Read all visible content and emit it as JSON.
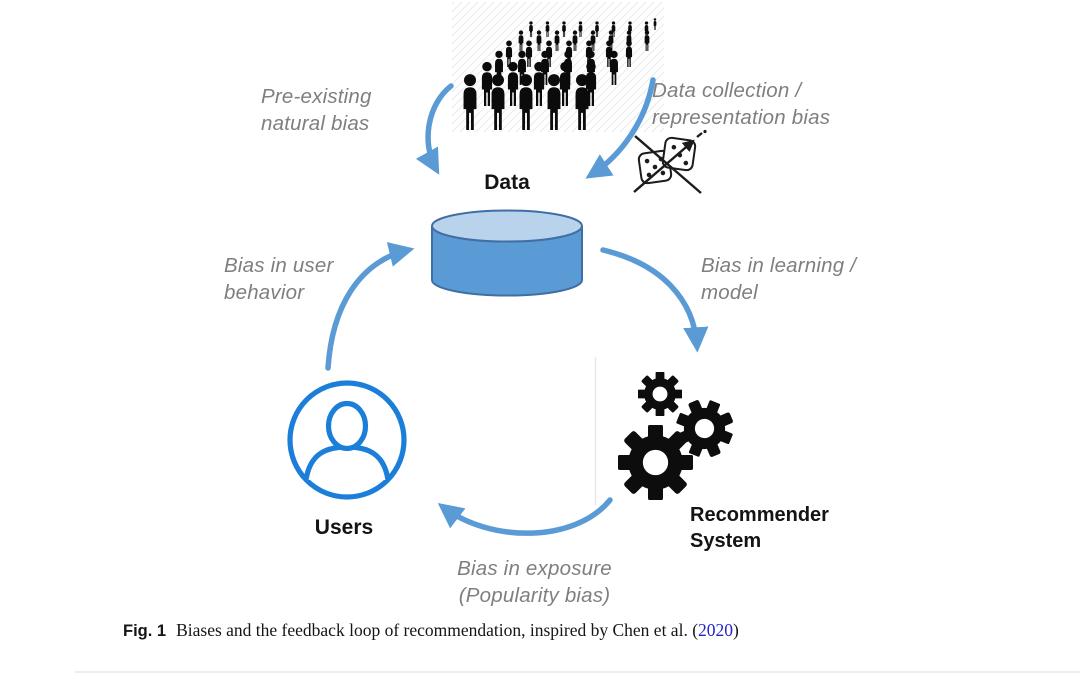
{
  "figure": {
    "nodes": {
      "data": "Data",
      "users": "Users",
      "recommender": "Recommender\nSystem"
    },
    "bias_labels": {
      "pre_existing": "Pre-existing\nnatural bias",
      "data_collection": "Data collection /\nrepresentation bias",
      "user_behavior": "Bias in user\nbehavior",
      "learning_model": "Bias in learning /\nmodel",
      "exposure": "Bias in exposure\n(Popularity bias)"
    },
    "icons": {
      "crowd": "crowd-of-people-icon",
      "database": "database-cylinder-icon",
      "no_random_sampling": "crossed-out-dice-icon",
      "users": "person-in-circle-icon",
      "recommender": "gears-icon"
    },
    "caption": {
      "prefix": "Fig. 1",
      "text_before_link": "Biases and the feedback loop of recommendation, inspired by Chen et al. (",
      "link": "2020",
      "text_after_link": ")"
    },
    "colors": {
      "arrow": "#5b9bd5",
      "cylinder_body": "#5b9bd5",
      "cylinder_top": "#b9d3ec",
      "cylinder_stroke": "#3f6fa3",
      "users_icon": "#1b7ed9",
      "gear_black": "#0d0d0d",
      "label_gray": "#7f7f7f",
      "ink": "#141414",
      "link": "#2323cd"
    }
  }
}
